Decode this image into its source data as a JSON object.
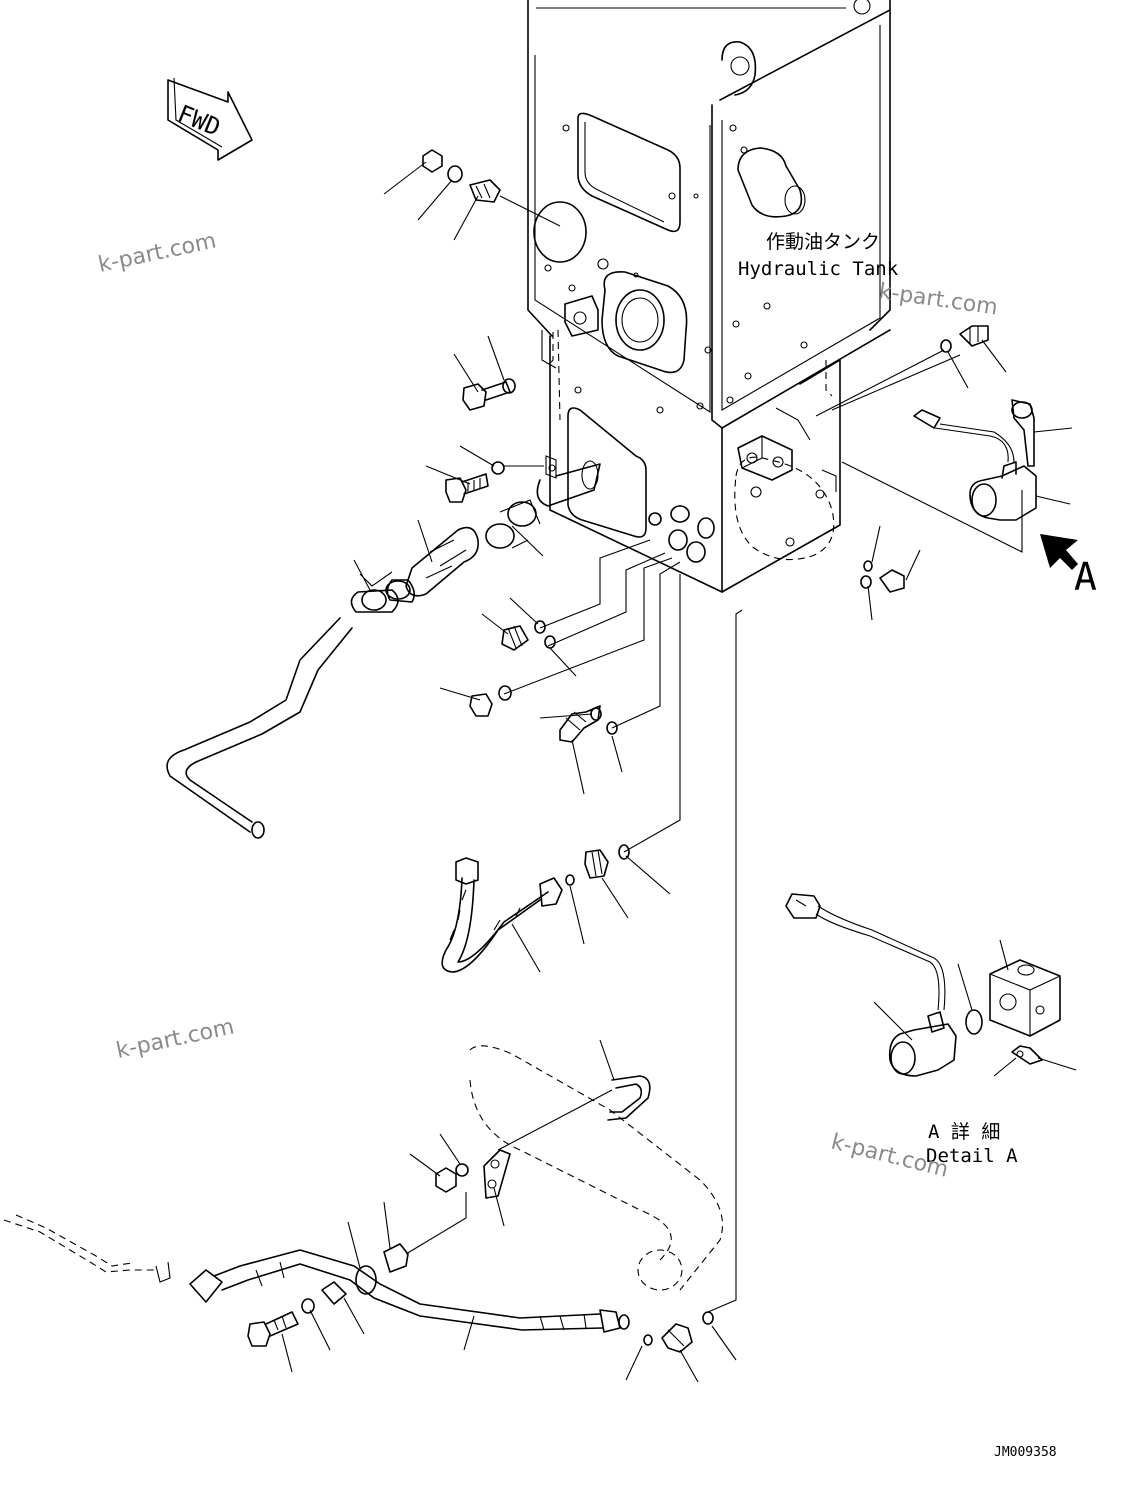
{
  "fwd_label": "FWD",
  "tank_label_jp": "作動油タンク",
  "tank_label_en": "Hydraulic Tank",
  "view_arrow_label": "A",
  "detail_label_jp": "A 詳 細",
  "detail_label_en": "Detail A",
  "drawing_number": "JM009358",
  "watermark": "k-part.com"
}
